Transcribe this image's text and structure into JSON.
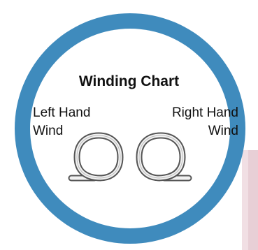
{
  "title": "Winding Chart",
  "left": {
    "line1": "Left Hand",
    "line2": "Wind",
    "icon": "left-hand-wind-spring-icon"
  },
  "right": {
    "line1": "Right Hand",
    "line2": "Wind",
    "icon": "right-hand-wind-spring-icon"
  },
  "colors": {
    "ring": "#3f8bbd",
    "circle_fill": "#ffffff",
    "text": "#111111",
    "wire_light": "#f2f2f2",
    "wire_dark": "#555555",
    "corner_accent": "#f1dfe4"
  }
}
